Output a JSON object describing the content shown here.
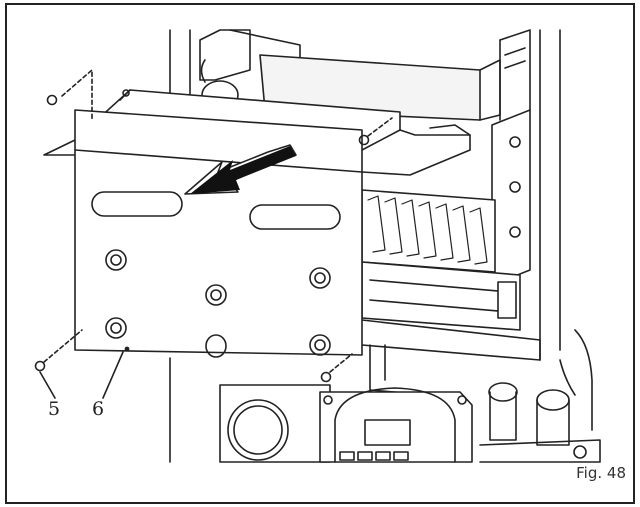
{
  "figure": {
    "label": "Fig. 48",
    "callouts": [
      {
        "id": "5",
        "text": "5"
      },
      {
        "id": "6",
        "text": "6"
      }
    ]
  }
}
